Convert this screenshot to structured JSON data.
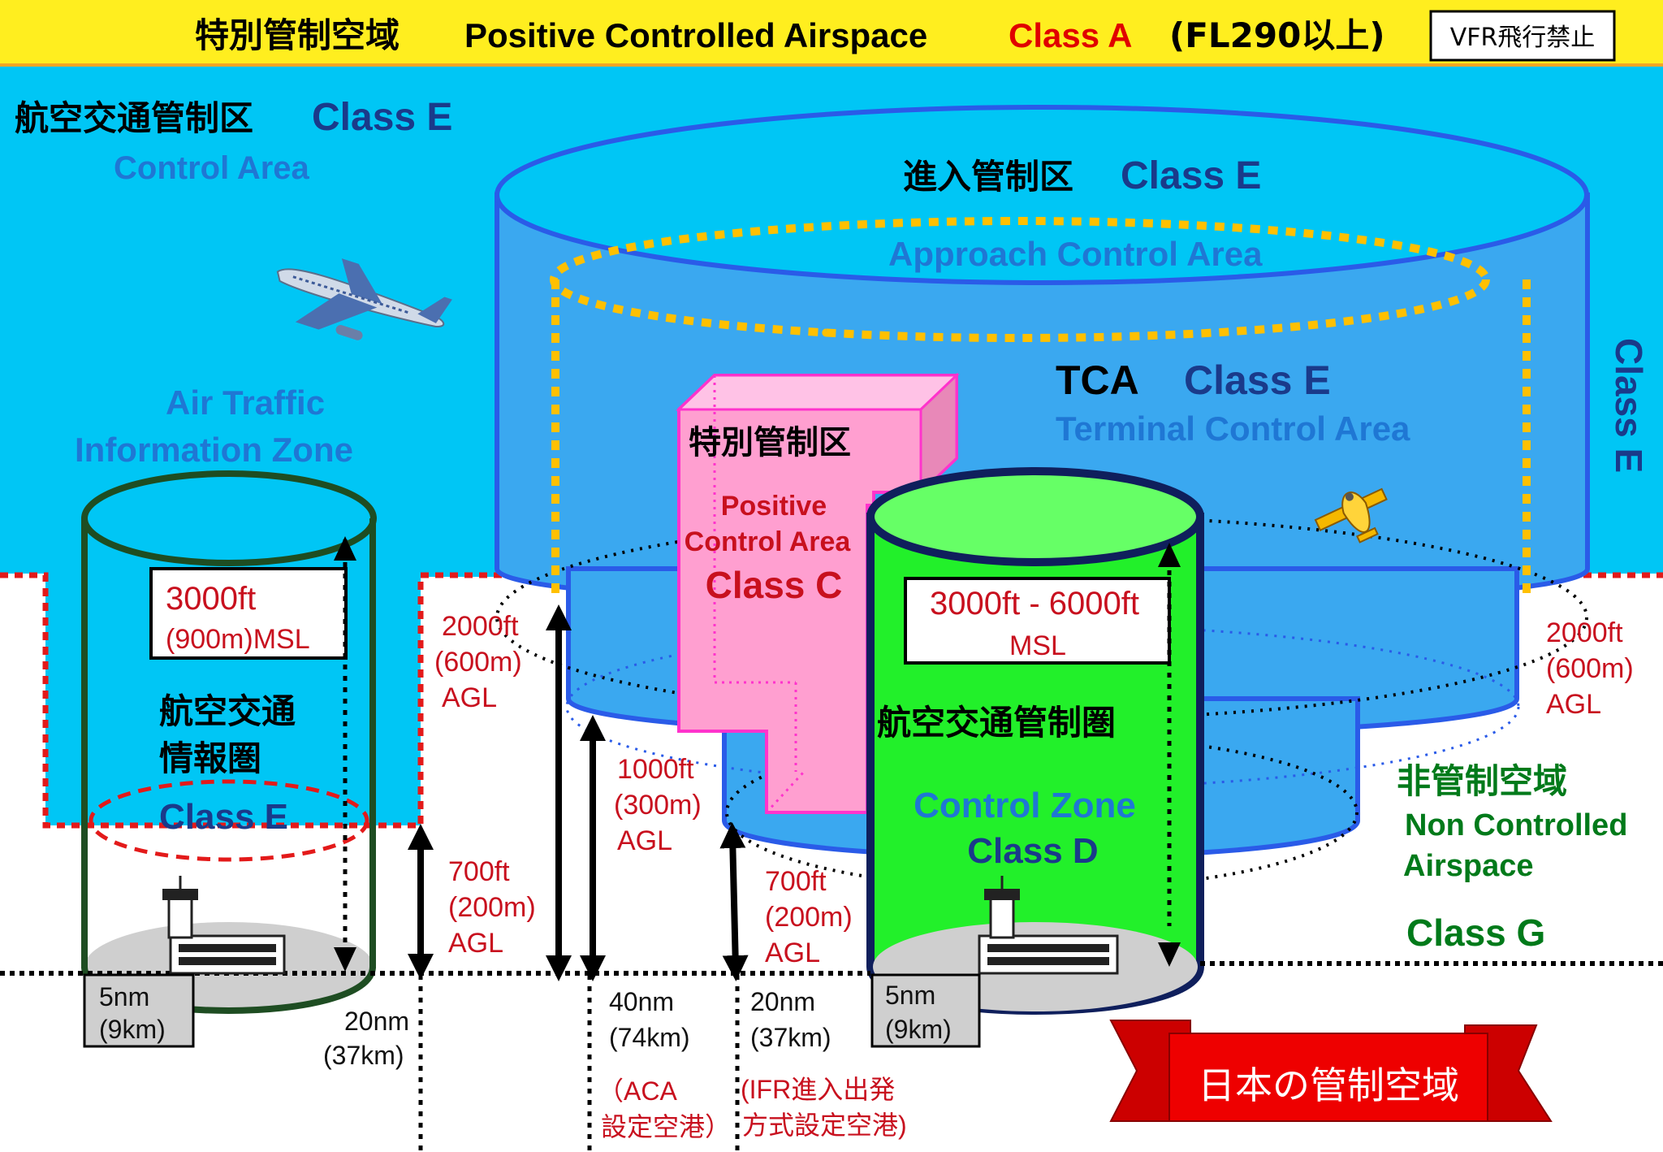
{
  "header": {
    "title_jp": "特別管制空域",
    "title_en": "Positive Controlled Airspace",
    "class_label": "Class A",
    "altitude": "(FL290以上)",
    "vfr_badge": "VFR飛行禁止"
  },
  "control_area": {
    "jp": "航空交通管制区",
    "class": "Class E",
    "en": "Control Area"
  },
  "approach_area": {
    "jp": "進入管制区",
    "class": "Class E",
    "en": "Approach Control Area"
  },
  "tca": {
    "name": "TCA",
    "class": "Class E",
    "en": "Terminal Control Area"
  },
  "side_class": "Class E",
  "atiz": {
    "en_line1": "Air Traffic",
    "en_line2": "Information  Zone",
    "altitude_line1": "3000ft",
    "altitude_line2": "(900m)MSL",
    "jp_line1": "航空交通",
    "jp_line2": "情報圏",
    "class": "Class E",
    "radius_line1": "5nm",
    "radius_line2": "(9km)"
  },
  "positive_control": {
    "jp": "特別管制区",
    "en_line1": "Positive",
    "en_line2": "Control Area",
    "class": "Class C"
  },
  "control_zone": {
    "altitude_line1": "3000ft - 6000ft",
    "altitude_line2": "MSL",
    "jp": "航空交通管制圏",
    "en": "Control Zone",
    "class": "Class D",
    "radius_line1": "5nm",
    "radius_line2": "(9km)"
  },
  "altitudes": {
    "a2000_left": {
      "ft": "2000ft",
      "m": "(600m)",
      "ref": "AGL"
    },
    "a700_left": {
      "ft": "700ft",
      "m": "(200m)",
      "ref": "AGL"
    },
    "a1000": {
      "ft": "1000ft",
      "m": "(300m)",
      "ref": "AGL"
    },
    "a700_right": {
      "ft": "700ft",
      "m": "(200m)",
      "ref": "AGL"
    },
    "a2000_right": {
      "ft": "2000ft",
      "m": "(600m)",
      "ref": "AGL"
    }
  },
  "distances": {
    "d20_left": {
      "nm": "20nm",
      "km": "(37km)"
    },
    "d40": {
      "nm": "40nm",
      "km": "(74km)"
    },
    "d20_mid": {
      "nm": "20nm",
      "km": "(37km)"
    }
  },
  "notes": {
    "aca_line1": "（ACA",
    "aca_line2": "設定空港）",
    "ifr_line1": "(IFR進入出発",
    "ifr_line2": "方式設定空港)"
  },
  "non_controlled": {
    "jp": "非管制空域",
    "en_line1": "Non Controlled",
    "en_line2": "Airspace",
    "class": "Class G"
  },
  "banner": {
    "text": "日本の管制空域"
  },
  "colors": {
    "sky": "#00c6f5",
    "header_bg": "#ffee1f",
    "class_a": "#e00000",
    "cylinder": "#3aa8f0",
    "control_zone": "#22f02a",
    "positive_area": "#ff9fd0",
    "class_g": "#007a1a",
    "banner": "#ee0000"
  }
}
